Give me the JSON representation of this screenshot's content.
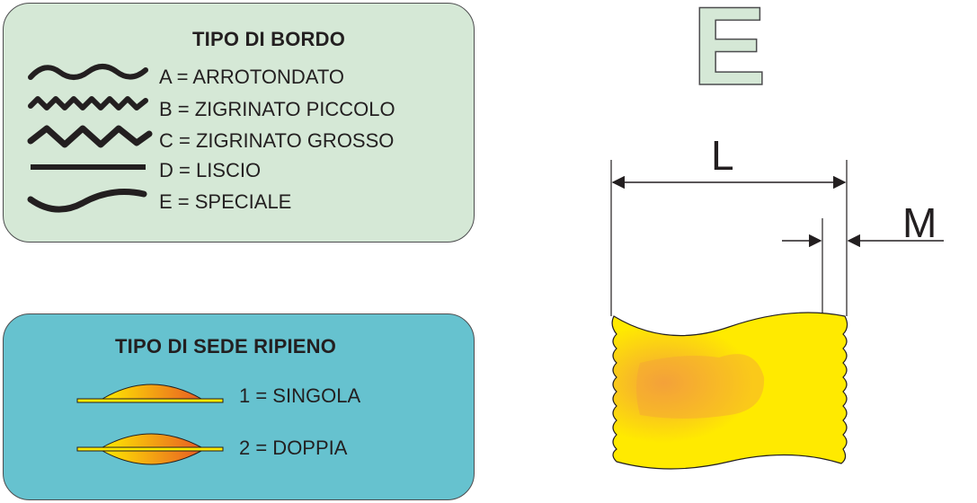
{
  "bordo": {
    "title": "TIPO DI BORDO",
    "items": [
      {
        "code": "A",
        "label": "A = ARROTONDATO",
        "icon": "wavy-edge-icon"
      },
      {
        "code": "B",
        "label": "B = ZIGRINATO PICCOLO",
        "icon": "small-zigzag-edge-icon"
      },
      {
        "code": "C",
        "label": "C = ZIGRINATO GROSSO",
        "icon": "large-zigzag-edge-icon"
      },
      {
        "code": "D",
        "label": "D = LISCIO",
        "icon": "straight-edge-icon"
      },
      {
        "code": "E",
        "label": "E = SPECIALE",
        "icon": "curved-edge-icon"
      }
    ]
  },
  "sede": {
    "title": "TIPO DI SEDE RIPIENO",
    "items": [
      {
        "label": "1 = SINGOLA",
        "icon": "single-filling-icon"
      },
      {
        "label": "2 = DOPPIA",
        "icon": "double-filling-icon"
      }
    ]
  },
  "shape": {
    "letter": "E",
    "dimension_width": "L",
    "dimension_edge": "M"
  },
  "colors": {
    "bordo_panel": "#d5e8d6",
    "sede_panel": "#66c2cf",
    "pasta_yellow": "#ffea00",
    "filling_orange": "#f4a13a",
    "outline": "#4d4d4f"
  }
}
